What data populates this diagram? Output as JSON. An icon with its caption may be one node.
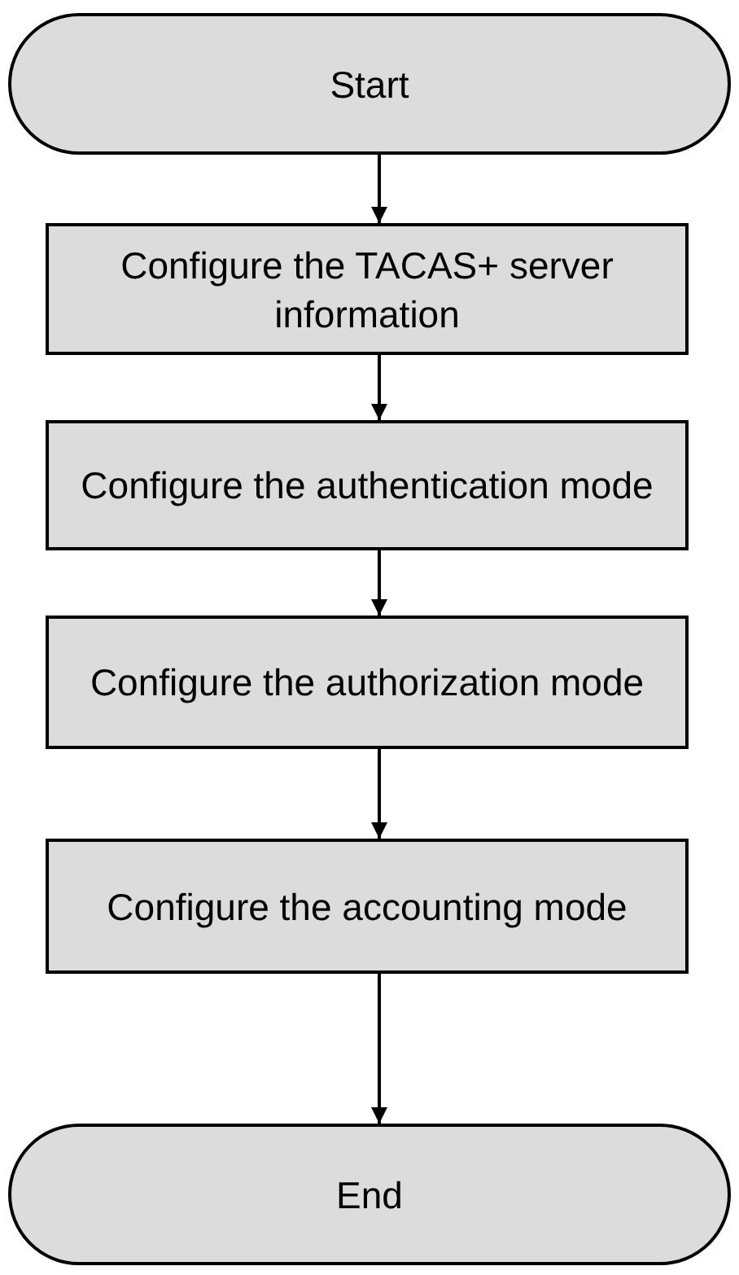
{
  "diagram": {
    "nodes": [
      {
        "text": [
          "Start"
        ]
      },
      {
        "text": [
          "Configure the TACAS+ server information"
        ]
      },
      {
        "text": [
          "Configure the authentication mode"
        ]
      },
      {
        "text": [
          "Configure the authorization mode"
        ]
      },
      {
        "text": [
          "Configure the accounting mode"
        ]
      },
      {
        "text": [
          "End"
        ]
      }
    ],
    "edges": [
      {
        "from": 0,
        "to": 1,
        "arrow": "to"
      },
      {
        "from": 1,
        "to": 2,
        "arrow": "to"
      },
      {
        "from": 2,
        "to": 3,
        "arrow": "to"
      },
      {
        "from": 3,
        "to": 4,
        "arrow": "to"
      },
      {
        "from": 4,
        "to": 5,
        "arrow": "to"
      }
    ]
  }
}
